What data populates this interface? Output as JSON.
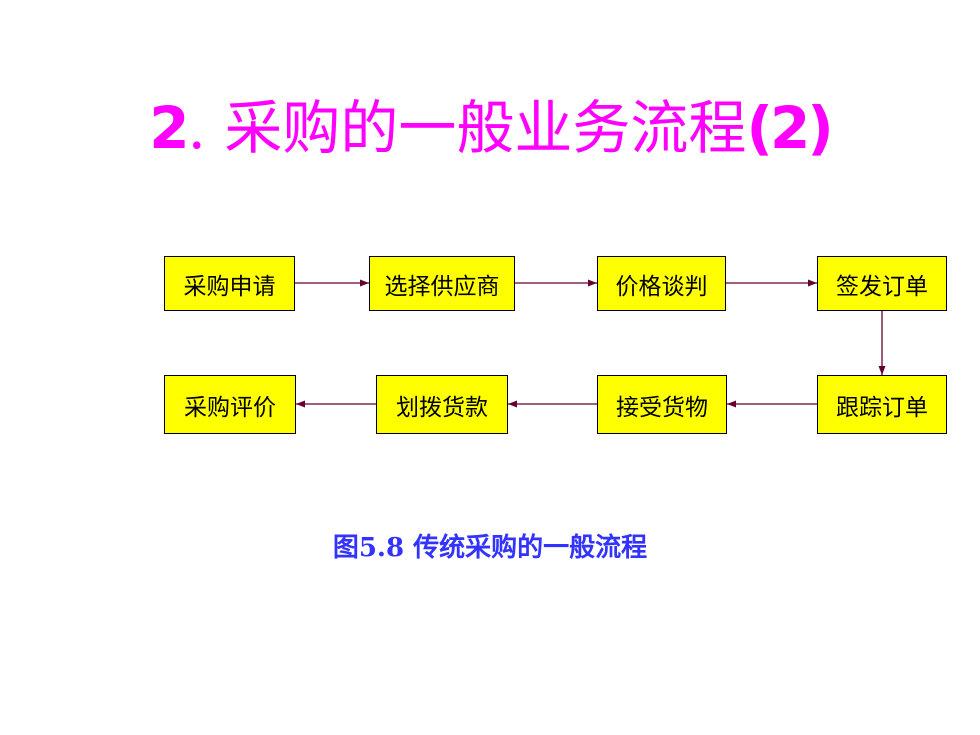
{
  "title": {
    "number": "2",
    "separator": ".",
    "text": "采购的一般业务流程",
    "paren_label": "(2)"
  },
  "flow": {
    "nodes": [
      {
        "id": "purchase-request",
        "label": "采购申请"
      },
      {
        "id": "select-supplier",
        "label": "选择供应商"
      },
      {
        "id": "price-negotiation",
        "label": "价格谈判"
      },
      {
        "id": "issue-order",
        "label": "签发订单"
      },
      {
        "id": "track-order",
        "label": "跟踪订单"
      },
      {
        "id": "receive-goods",
        "label": "接受货物"
      },
      {
        "id": "transfer-payment",
        "label": "划拨货款"
      },
      {
        "id": "purchase-evaluation",
        "label": "采购评价"
      }
    ],
    "edges": [
      {
        "from": "purchase-request",
        "to": "select-supplier"
      },
      {
        "from": "select-supplier",
        "to": "price-negotiation"
      },
      {
        "from": "price-negotiation",
        "to": "issue-order"
      },
      {
        "from": "issue-order",
        "to": "track-order"
      },
      {
        "from": "track-order",
        "to": "receive-goods"
      },
      {
        "from": "receive-goods",
        "to": "transfer-payment"
      },
      {
        "from": "transfer-payment",
        "to": "purchase-evaluation"
      }
    ],
    "colors": {
      "node_fill": "#ffff00",
      "node_border": "#000000",
      "connector": "#660033"
    }
  },
  "caption": "图5.8  传统采购的一般流程",
  "colors": {
    "title": "#ff00ff",
    "caption": "#3333ff"
  }
}
